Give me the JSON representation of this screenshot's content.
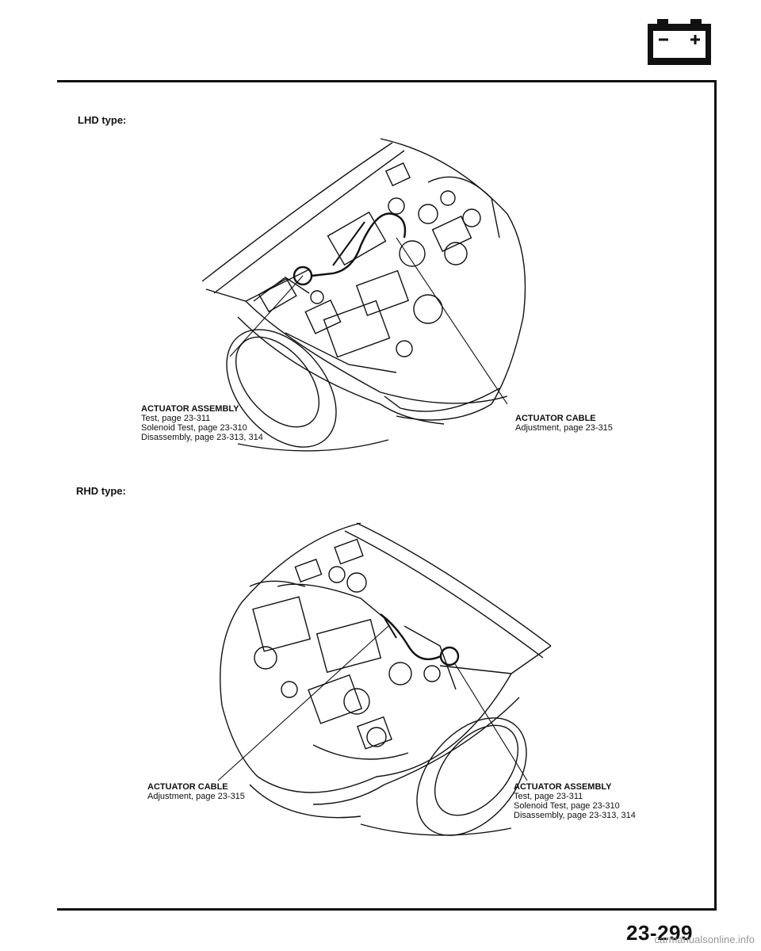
{
  "header": {
    "icon": "battery-icon"
  },
  "lhd": {
    "label": "LHD type:",
    "assembly": {
      "title": "ACTUATOR ASSEMBLY",
      "lines": [
        "Test, page 23-311",
        "Solenoid Test, page 23-310",
        "Disassembly, page 23-313, 314"
      ]
    },
    "cable": {
      "title": "ACTUATOR CABLE",
      "lines": [
        "Adjustment, page 23-315"
      ]
    }
  },
  "rhd": {
    "label": "RHD type:",
    "cable": {
      "title": "ACTUATOR CABLE",
      "lines": [
        "Adjustment, page 23-315"
      ]
    },
    "assembly": {
      "title": "ACTUATOR ASSEMBLY",
      "lines": [
        "Test, page 23-311",
        "Solenoid Test, page 23-310",
        "Disassembly, page 23-313, 314"
      ]
    }
  },
  "footer": {
    "page_number": "23-299",
    "watermark": "carmanualsonline.info"
  }
}
